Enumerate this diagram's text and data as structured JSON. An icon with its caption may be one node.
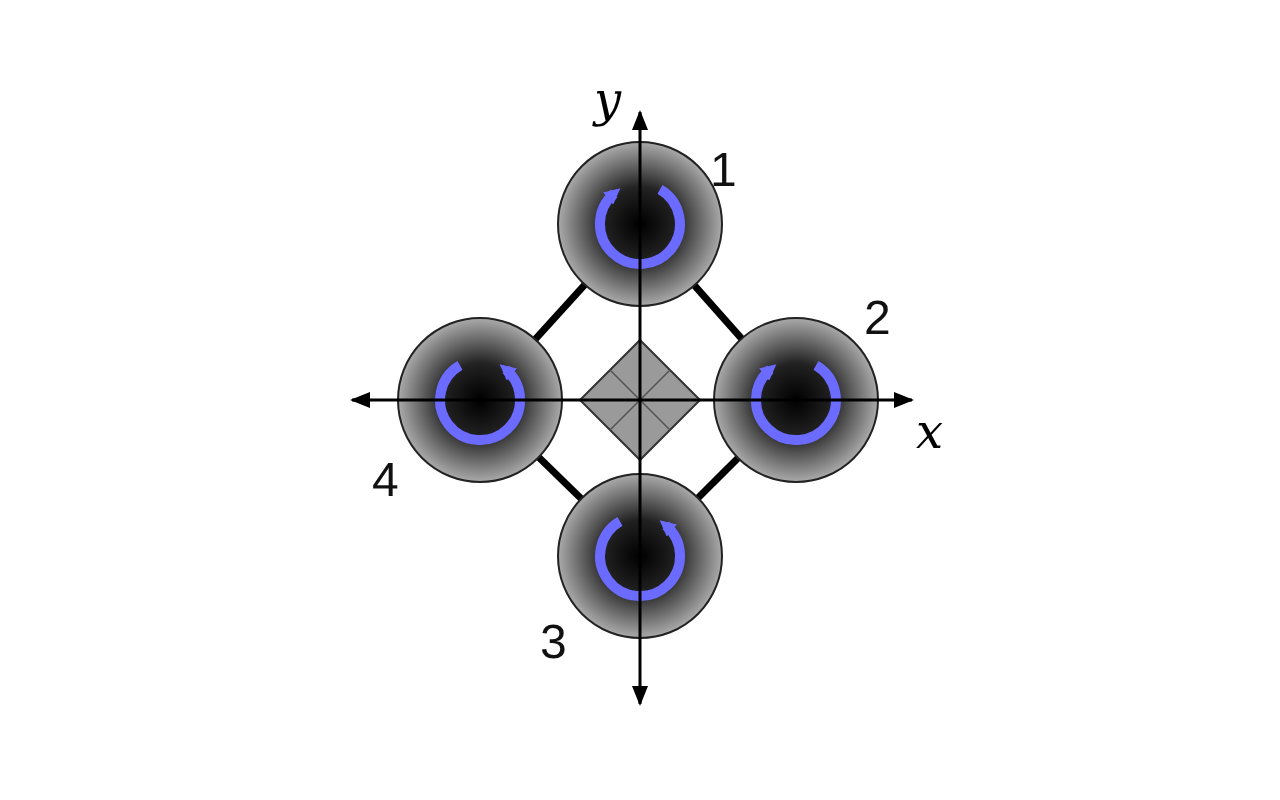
{
  "diagram": {
    "nodes": [
      {
        "text": [],
        "shape": "circle",
        "beside": [
          "1"
        ]
      },
      {
        "text": [],
        "shape": "circle",
        "beside": [
          "4"
        ]
      },
      {
        "text": [],
        "shape": "circle",
        "beside": [
          "2"
        ]
      },
      {
        "text": [],
        "shape": "circle",
        "beside": [
          "3"
        ]
      }
    ],
    "edges": [
      {
        "from": 0,
        "to": 2,
        "arrow": "none"
      },
      {
        "from": 2,
        "to": 3,
        "arrow": "none"
      },
      {
        "from": 3,
        "to": 1,
        "arrow": "none"
      },
      {
        "from": 1,
        "to": 0,
        "arrow": "none"
      }
    ],
    "labels": [
      "y",
      "x"
    ]
  }
}
